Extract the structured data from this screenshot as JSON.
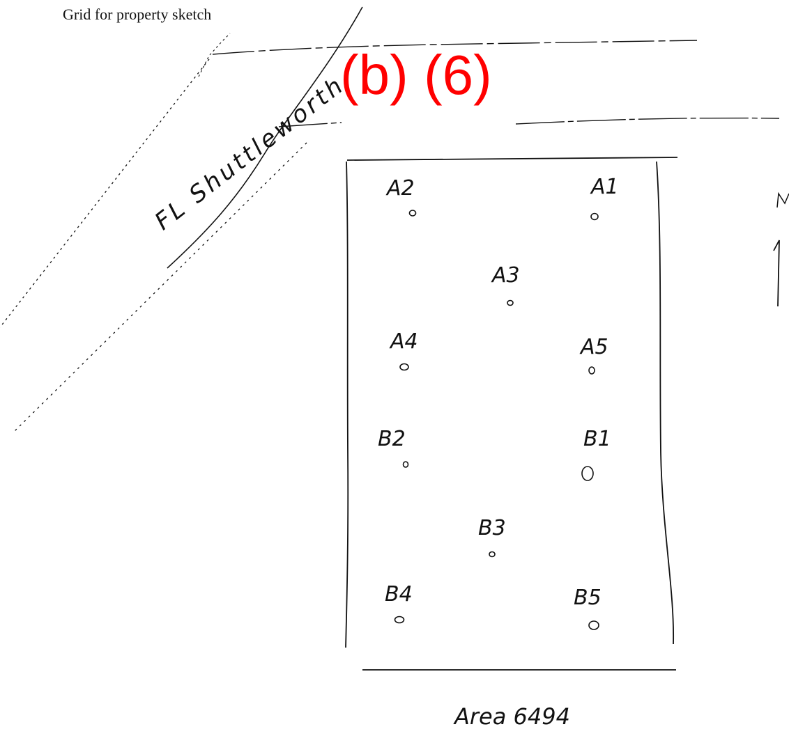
{
  "document": {
    "printed_title": "Grid for property sketch",
    "redaction_label": "(b) (6)"
  },
  "sketch": {
    "street_label": "FL Shuttleworth",
    "sample_points": [
      {
        "label": "A2"
      },
      {
        "label": "A1"
      },
      {
        "label": "A3"
      },
      {
        "label": "A4"
      },
      {
        "label": "A5"
      },
      {
        "label": "B2"
      },
      {
        "label": "B1"
      },
      {
        "label": "B3"
      },
      {
        "label": "B4"
      },
      {
        "label": "B5"
      }
    ],
    "area_label": "Area 6494"
  },
  "colors": {
    "ink": "#111111",
    "redaction": "#ff0000",
    "paper": "#ffffff"
  }
}
